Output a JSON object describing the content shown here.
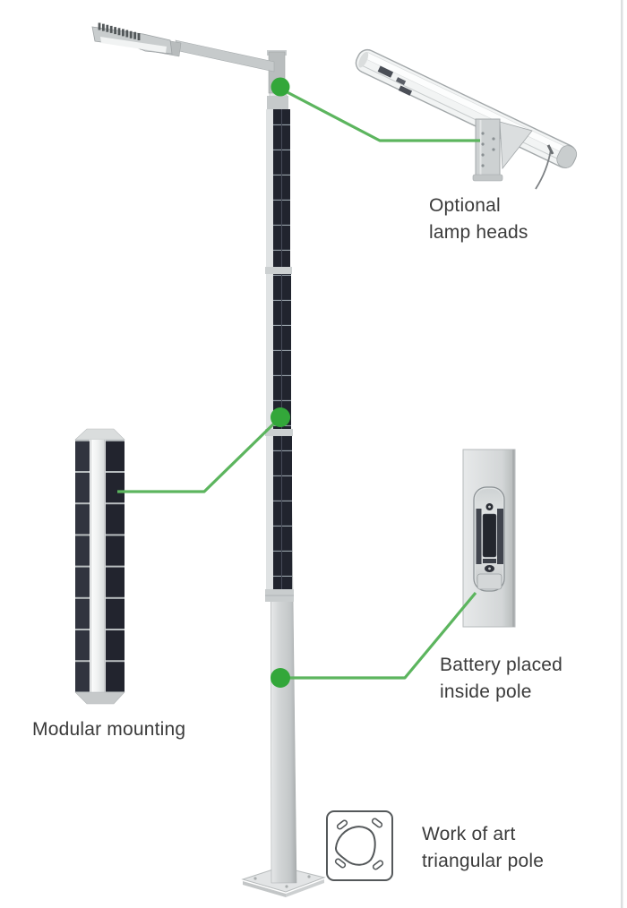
{
  "page": {
    "background": "#ffffff",
    "accent_green": "#33a73a",
    "callout_line_green": "#5cb55e",
    "solar_panel_dark": "#21242e",
    "pole_grey": "#c9cdce",
    "text_color": "#3b3b3b"
  },
  "callouts": {
    "optional_lamp_heads": {
      "label": "Optional\nlamp heads"
    },
    "modular_mounting": {
      "label": "Modular mounting"
    },
    "battery": {
      "label": "Battery placed\ninside pole"
    },
    "triangular_pole": {
      "label": "Work of art\ntriangular pole"
    }
  },
  "figures": {
    "lamp_arm": "street-light-arm-with-lamp-head",
    "main_pole": "solar-panel-pole",
    "optional_lamp_head": "linear-lamp-head-with-bracket",
    "modular_module": "solar-panel-module",
    "battery_section": "pole-section-battery-cutaway",
    "cross_section": "triangular-pole-cross-section"
  }
}
